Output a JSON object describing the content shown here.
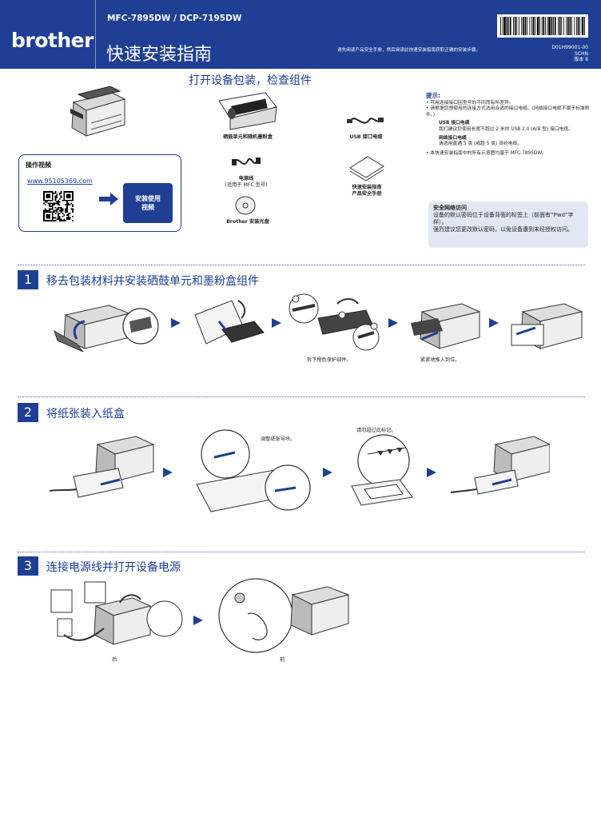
{
  "header": {
    "logo": "brother",
    "model": "MFC-7895DW / DCP-7195DW",
    "title": "快速安装指南",
    "note": "请先阅读产品安全手册，然后阅读此快速安装指南获取正确的安装步骤。",
    "doc_id": [
      "D01H99001-00",
      "SCHN",
      "版本 8"
    ]
  },
  "unpack": {
    "title": "打开设备包装，检查组件",
    "items": [
      {
        "label": "硒鼓单元和随机墨粉盒"
      },
      {
        "label": "USB 接口电缆"
      },
      {
        "label": "电源线",
        "sub": "(适用于 MFC 型号)"
      },
      {
        "label": "快速安装指南",
        "label2": "产品安全手册"
      },
      {
        "label": "Brother 安装光盘"
      }
    ]
  },
  "video": {
    "title": "操作视频",
    "url": "www.95105369.com",
    "button_line1": "安装使用",
    "button_line2": "视频"
  },
  "tips": {
    "title": "提示:",
    "line1": "• 可用连接接口因型号的不同而有所差异。",
    "line2": "• 请根据您想使用的连接方式选用合适的接口电缆。(网络接口电缆不属于标准附件。)",
    "usb_title": "USB 接口电缆",
    "usb_text": "我们建议您使用长度不超过 2 米的 USB 2.0 (A/B 型) 接口电缆。",
    "net_title": "网络接口电缆",
    "net_text": "请选用直通 5 类 (或超 5 类) 双绞电缆。",
    "line3": "• 本快速安装指南中的所有示意图均基于 MFC-7895DW。"
  },
  "security": {
    "title": "安全网络访问",
    "text1": "设备的默认密码位于设备背面的标签上（前面有“Pwd”字样）。",
    "text2": "强烈建议您更改默认密码，以免设备遭到未经授权访问。"
  },
  "steps": [
    {
      "num": "1",
      "title": "移去包装材料并安装硒鼓单元和墨粉盒组件",
      "cap1": "拆下橙色保护部件。",
      "cap2": "紧紧地推入到位。"
    },
    {
      "num": "2",
      "title": "将纸张装入纸盒",
      "cap1": "调整纸张导块。",
      "cap2": "请勿超过此标记。"
    },
    {
      "num": "3",
      "title": "连接电源线并打开设备电源",
      "cap1": "后",
      "cap2": "前"
    }
  ],
  "colors": {
    "brand": "#1e3f94",
    "security_bg": "#e2e8f3"
  }
}
